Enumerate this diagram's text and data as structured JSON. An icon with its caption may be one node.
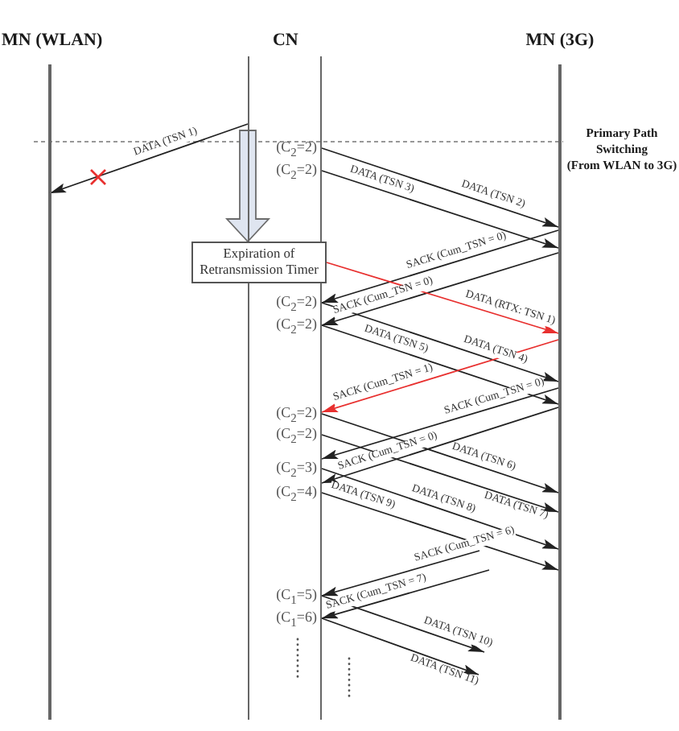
{
  "diagram": {
    "nodes": [
      {
        "text": [
          "MN (WLAN)"
        ]
      },
      {
        "text": [
          "CN"
        ]
      },
      {
        "text": [
          "MN (3G)"
        ]
      },
      {
        "text": [
          "Expiration of Retransmission Timer"
        ]
      }
    ],
    "edges": [
      {
        "from": 1,
        "to": 0,
        "label": "DATA (TSN 1)",
        "arrow": "to"
      },
      {
        "from": 1,
        "to": 3,
        "arrow": "to",
        "style": "thick",
        "color": "#dfe5f0"
      },
      {
        "from": 1,
        "to": 2,
        "label": "DATA (TSN 2)",
        "arrow": "to"
      },
      {
        "from": 1,
        "to": 2,
        "label": "DATA (TSN 3)",
        "arrow": "to"
      },
      {
        "from": 2,
        "to": 1,
        "label": "SACK (Cum_TSN = 0)",
        "arrow": "to"
      },
      {
        "from": 2,
        "to": 1,
        "label": "SACK (Cum_TSN = 0)",
        "arrow": "to"
      },
      {
        "from": 3,
        "to": 2,
        "label": "DATA (RTX: TSN 1)",
        "arrow": "to",
        "color": "#e8302f"
      },
      {
        "from": 1,
        "to": 2,
        "label": "DATA (TSN 4)",
        "arrow": "to"
      },
      {
        "from": 1,
        "to": 2,
        "label": "DATA (TSN 5)",
        "arrow": "to"
      },
      {
        "from": 2,
        "to": 1,
        "label": "SACK (Cum_TSN = 1)",
        "arrow": "to",
        "color": "#e8302f"
      },
      {
        "from": 2,
        "to": 1,
        "label": "SACK (Cum_TSN = 0)",
        "arrow": "to"
      },
      {
        "from": 2,
        "to": 1,
        "label": "SACK (Cum_TSN = 0)",
        "arrow": "to"
      },
      {
        "from": 1,
        "to": 2,
        "label": "DATA (TSN 6)",
        "arrow": "to"
      },
      {
        "from": 1,
        "to": 2,
        "label": "DATA (TSN 7)",
        "arrow": "to"
      },
      {
        "from": 1,
        "to": 2,
        "label": "DATA (TSN 8)",
        "arrow": "to"
      },
      {
        "from": 1,
        "to": 2,
        "label": "DATA (TSN 9)",
        "arrow": "to"
      },
      {
        "from": null,
        "to": 1,
        "label": "SACK (Cum_TSN = 6)",
        "arrow": "to"
      },
      {
        "from": null,
        "to": 1,
        "label": "SACK (Cum_TSN = 7)",
        "arrow": "to"
      },
      {
        "from": 1,
        "to": null,
        "label": "DATA (TSN 10)",
        "arrow": "to"
      },
      {
        "from": 1,
        "to": null,
        "label": "DATA (TSN 11)",
        "arrow": "to"
      }
    ],
    "labels": [
      "Primary Path Switching (From WLAN to 3G)",
      "(C$_{2}$=2)",
      "(C$_{2}$=2)",
      "(C$_{2}$=2)",
      "(C$_{2}$=2)",
      "(C$_{2}$=2)",
      "(C$_{2}$=2)",
      "(C$_{2}$=3)",
      "(C$_{2}$=4)",
      "(C$_{1}$=5)",
      "(C$_{1}$=6)"
    ]
  }
}
